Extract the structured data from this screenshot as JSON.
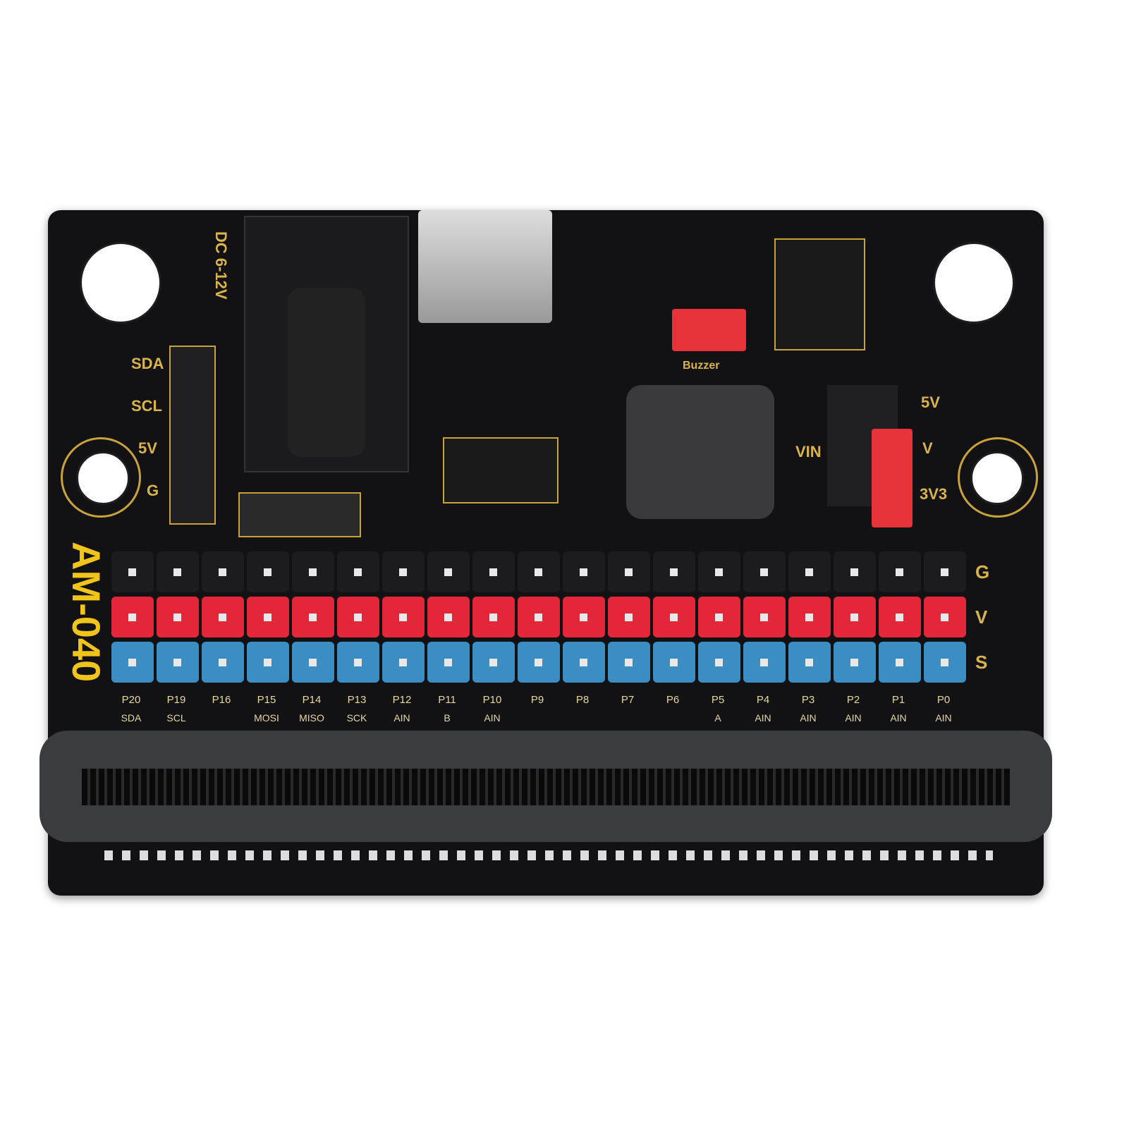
{
  "board": {
    "model": "AM-040",
    "power_label": "DC 6-12V",
    "i2c_header": [
      "SDA",
      "SCL",
      "5V",
      "G"
    ],
    "buzzer_label": "Buzzer",
    "power_select": [
      "5V",
      "V",
      "3V3"
    ],
    "vin_label": "VIN",
    "row_labels": [
      "G",
      "V",
      "S"
    ],
    "pins": [
      "P20",
      "P19",
      "P16",
      "P15",
      "P14",
      "P13",
      "P12",
      "P11",
      "P10",
      "P9",
      "P8",
      "P7",
      "P6",
      "P5",
      "P4",
      "P3",
      "P2",
      "P1",
      "P0"
    ],
    "functions": [
      "SDA",
      "SCL",
      "",
      "MOSI",
      "MISO",
      "SCK",
      "AIN",
      "B",
      "AIN",
      "",
      "",
      "",
      "",
      "A",
      "AIN",
      "AIN",
      "AIN",
      "AIN",
      "AIN"
    ],
    "colors": {
      "pcb": "#121214",
      "silk": "#d9b44a",
      "red": "#e3263a",
      "blue": "#3b8ec4"
    }
  }
}
